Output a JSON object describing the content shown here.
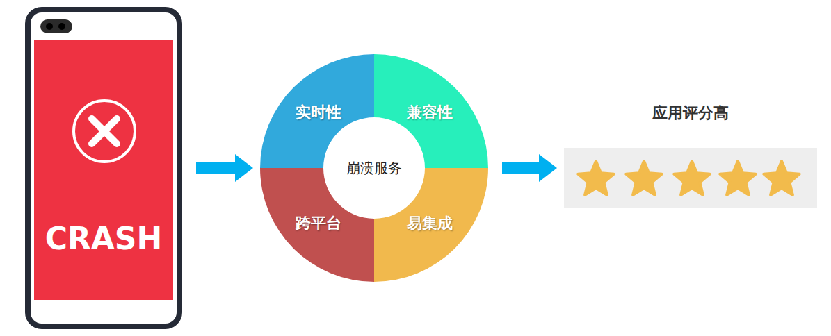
{
  "diagram": {
    "nodes": [
      {
        "text": [
          "CRASH"
        ]
      },
      {
        "text": [
          "崩溃服务"
        ]
      },
      {
        "text": [
          "实时性"
        ],
        "in": 1
      },
      {
        "text": [
          "兼容性"
        ],
        "in": 1
      },
      {
        "text": [
          "跨平台"
        ],
        "in": 1
      },
      {
        "text": [
          "易集成"
        ],
        "in": 1
      },
      {
        "text": [
          "应用评分高"
        ]
      }
    ],
    "edges": [
      {
        "from": 0,
        "to": 1,
        "arrow": "to"
      },
      {
        "from": 1,
        "to": 6,
        "arrow": "to"
      }
    ]
  }
}
